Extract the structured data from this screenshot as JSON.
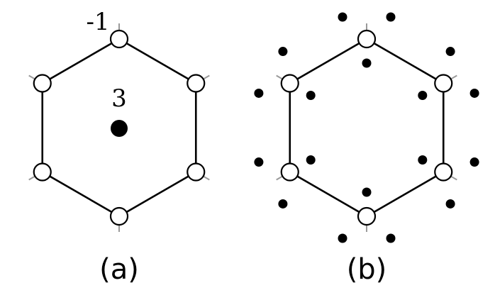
{
  "panels": [
    {
      "id": "a",
      "caption": "(a)",
      "vertex_label": "-1",
      "center_label": "3"
    },
    {
      "id": "b",
      "caption": "(b)"
    }
  ],
  "colors": {
    "edge": "#000000",
    "stub": "#9a9a9a",
    "vertex_fill": "#ffffff",
    "dot": "#000000"
  }
}
